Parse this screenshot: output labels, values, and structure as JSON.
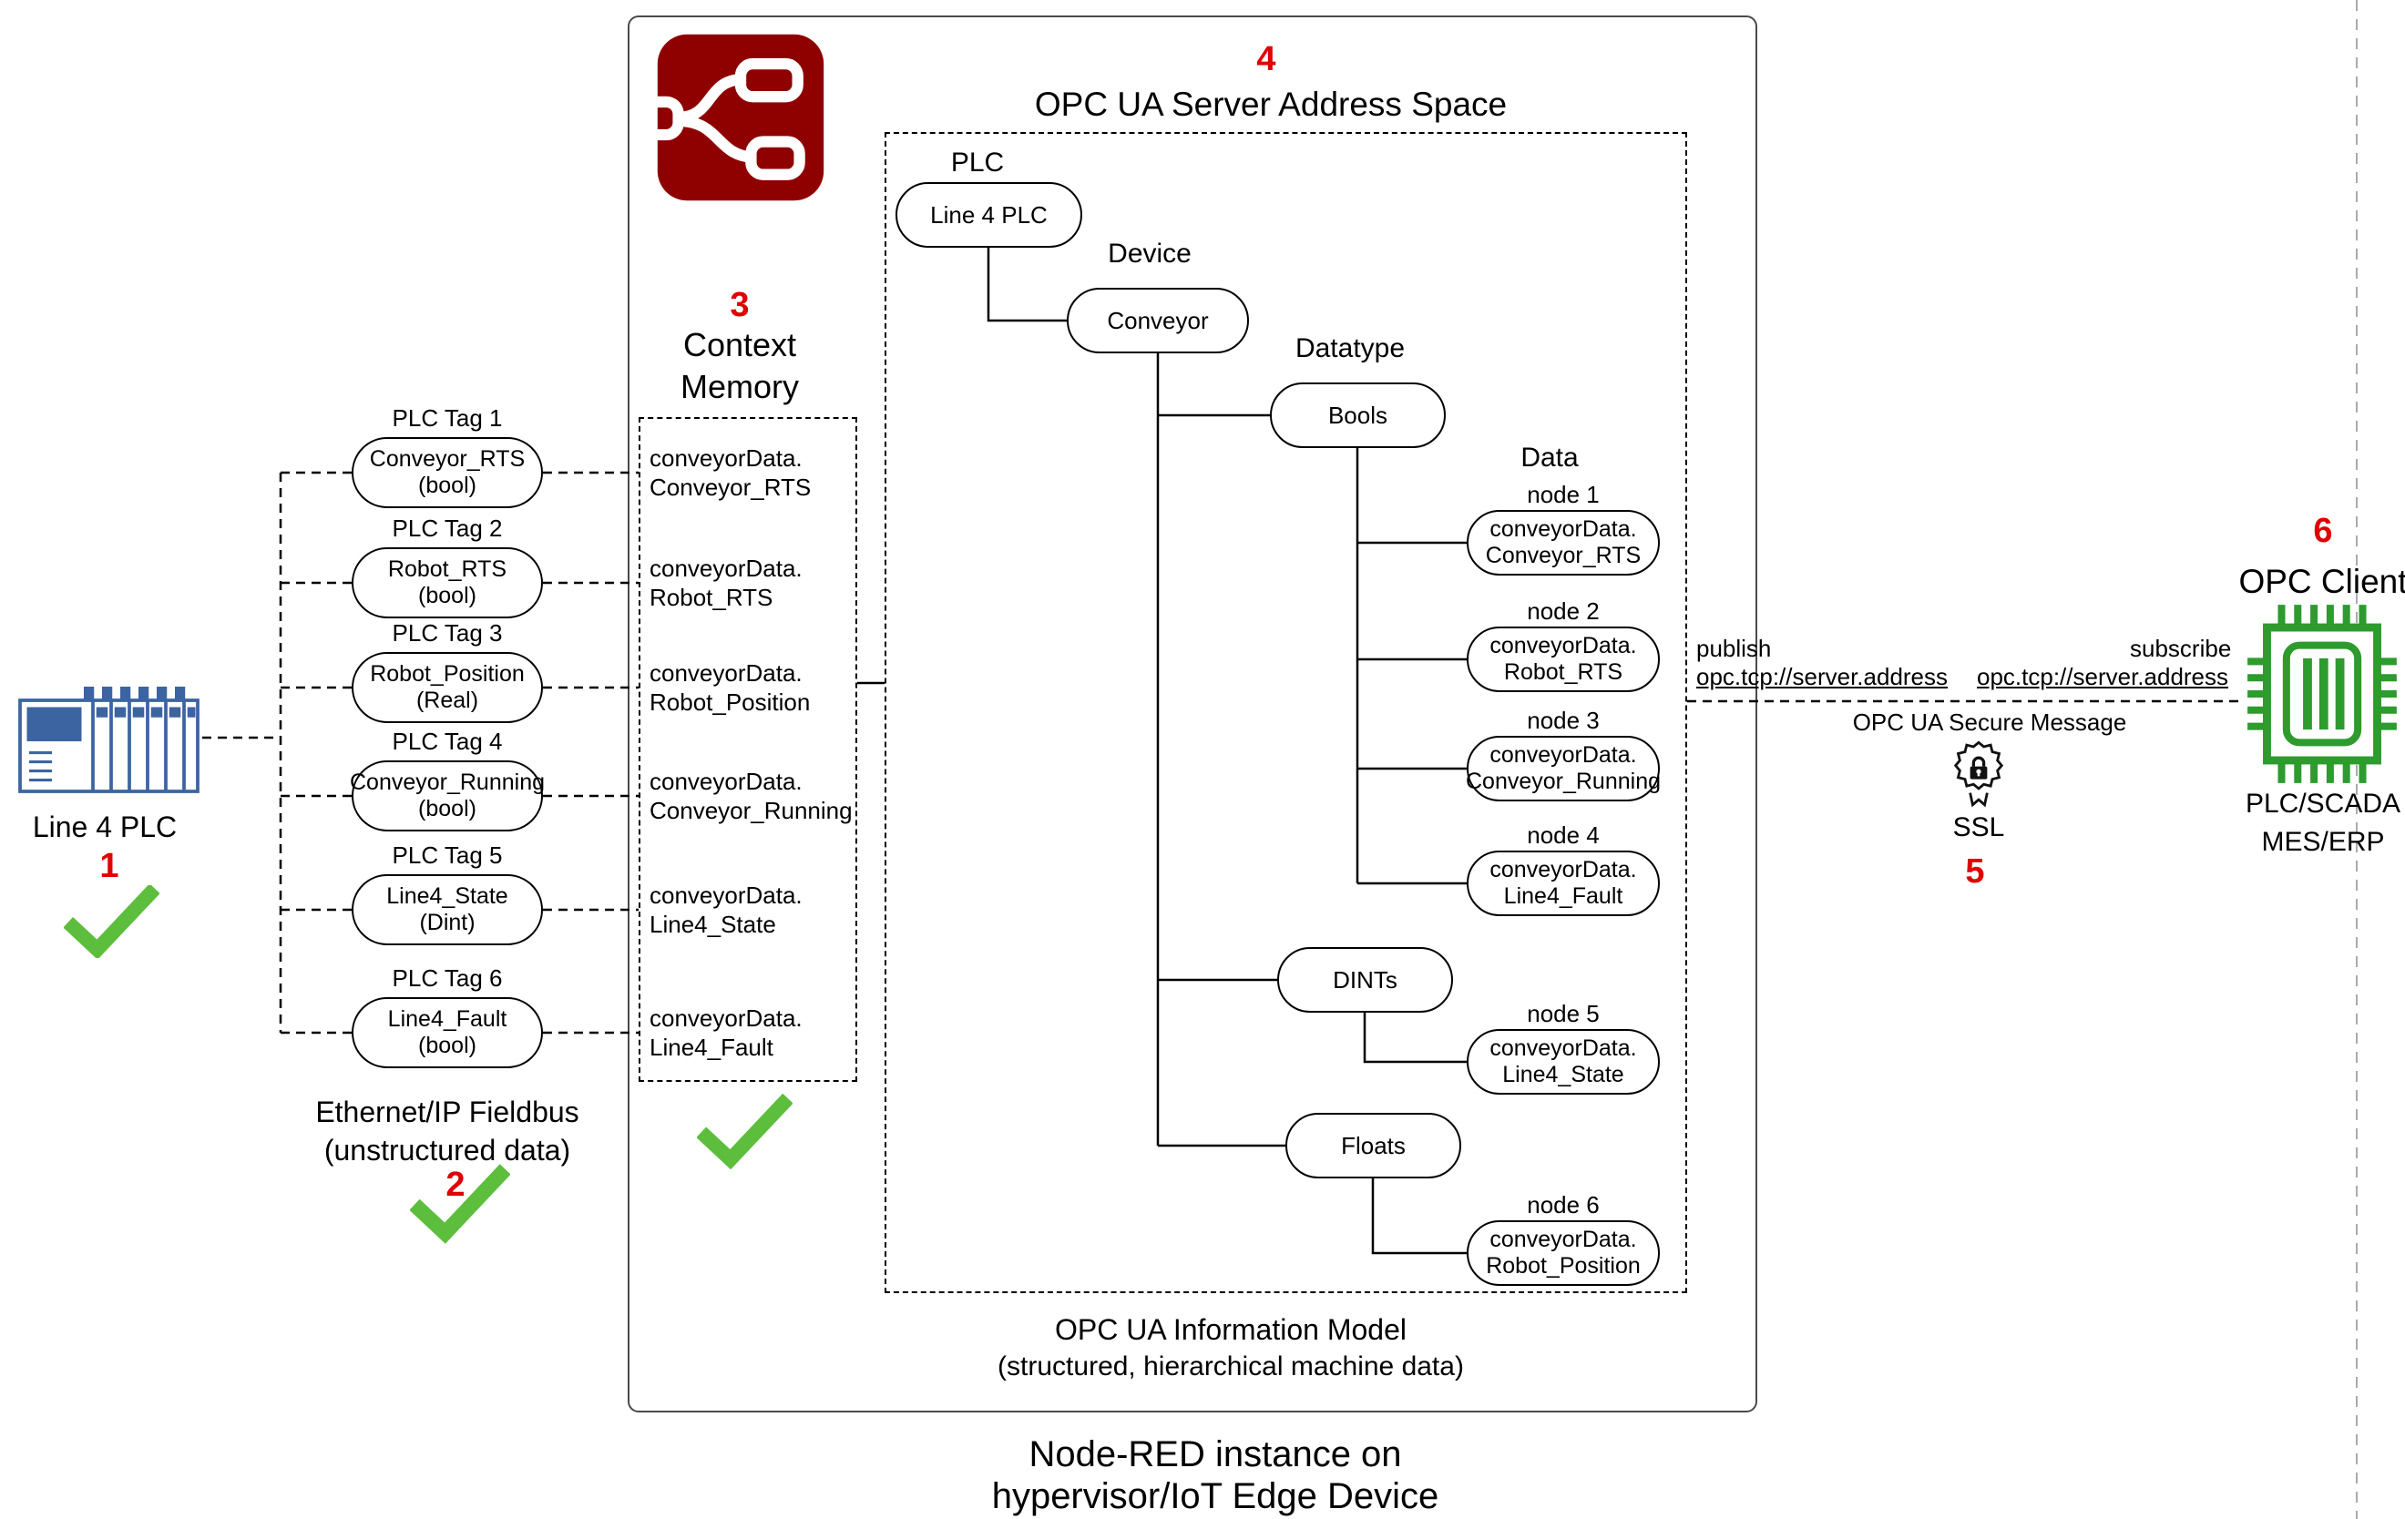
{
  "colors": {
    "marker_red": "#e00000",
    "check_green": "#5cbe3c",
    "node_red_maroon": "#8f0101",
    "chip_green": "#2d9b2d",
    "plc_blue": "#3c64a0",
    "divider_gray": "#aaaaaa"
  },
  "icons": {
    "node_red_logo": "node-red-flow-logo",
    "plc": "plc-rack",
    "ssl": "badge-with-padlock",
    "client": "microchip",
    "check": "green-checkmark"
  },
  "markers": {
    "m1": "1",
    "m2": "2",
    "m3": "3",
    "m4": "4",
    "m5": "5",
    "m6": "6"
  },
  "plc": {
    "label": "Line 4 PLC"
  },
  "fieldbus": {
    "line1": "Ethernet/IP Fieldbus",
    "line2": "(unstructured data)"
  },
  "tags": [
    {
      "tag": "PLC Tag 1",
      "name": "Conveyor_RTS",
      "dtype": "(bool)"
    },
    {
      "tag": "PLC Tag 2",
      "name": "Robot_RTS",
      "dtype": "(bool)"
    },
    {
      "tag": "PLC Tag 3",
      "name": "Robot_Position",
      "dtype": "(Real)"
    },
    {
      "tag": "PLC Tag 4",
      "name": "Conveyor_Running",
      "dtype": "(bool)"
    },
    {
      "tag": "PLC Tag 5",
      "name": "Line4_State",
      "dtype": "(Dint)"
    },
    {
      "tag": "PLC Tag 6",
      "name": "Line4_Fault",
      "dtype": "(bool)"
    }
  ],
  "context_memory": {
    "title1": "Context",
    "title2": "Memory",
    "entries": [
      {
        "l1": "conveyorData.",
        "l2": "Conveyor_RTS"
      },
      {
        "l1": "conveyorData.",
        "l2": "Robot_RTS"
      },
      {
        "l1": "conveyorData.",
        "l2": "Robot_Position"
      },
      {
        "l1": "conveyorData.",
        "l2": "Conveyor_Running"
      },
      {
        "l1": "conveyorData.",
        "l2": "Line4_State"
      },
      {
        "l1": "conveyorData.",
        "l2": "Line4_Fault"
      }
    ]
  },
  "address_space": {
    "title": "OPC UA Server Address Space",
    "plc_label": "PLC",
    "plc_node": "Line 4 PLC",
    "device_label": "Device",
    "device_node": "Conveyor",
    "datatype_label": "Datatype",
    "data_label": "Data",
    "datatypes": {
      "bools": "Bools",
      "dints": "DINTs",
      "floats": "Floats"
    },
    "nodes": [
      {
        "label": "node 1",
        "l1": "conveyorData.",
        "l2": "Conveyor_RTS"
      },
      {
        "label": "node 2",
        "l1": "conveyorData.",
        "l2": "Robot_RTS"
      },
      {
        "label": "node 3",
        "l1": "conveyorData.",
        "l2": "Conveyor_Running"
      },
      {
        "label": "node 4",
        "l1": "conveyorData.",
        "l2": "Line4_Fault"
      },
      {
        "label": "node 5",
        "l1": "conveyorData.",
        "l2": "Line4_State"
      },
      {
        "label": "node 6",
        "l1": "conveyorData.",
        "l2": "Robot_Position"
      }
    ],
    "footer1": "OPC UA Information Model",
    "footer2": "(structured, hierarchical machine data)"
  },
  "nodered": {
    "caption1": "Node-RED instance on",
    "caption2": "hypervisor/IoT Edge Device"
  },
  "link": {
    "publish": "publish",
    "publish_addr": "opc.tcp://server.address",
    "subscribe": "subscribe",
    "subscribe_addr": "opc.tcp://server.address",
    "secure": "OPC UA Secure Message",
    "ssl": "SSL"
  },
  "client": {
    "title": "OPC Client",
    "sub1": "PLC/SCADA",
    "sub2": "MES/ERP"
  }
}
